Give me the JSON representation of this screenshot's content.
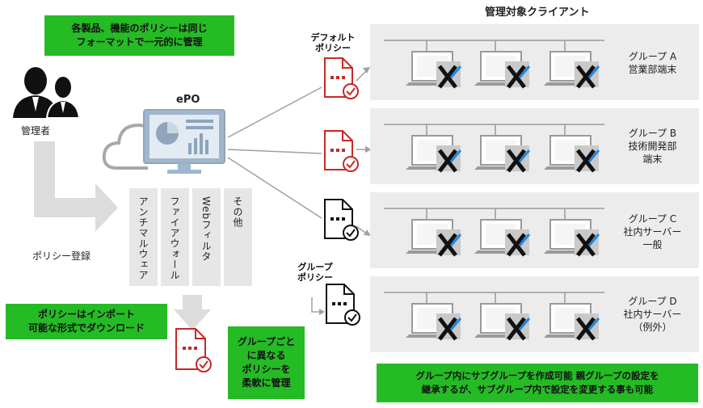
{
  "boxes": {
    "top_left": "各製品、機能のポリシーは同じ\nフォーマットで一元的に管理",
    "export": "ポリシーはインポート\n可能な形式でダウンロード",
    "flexible": "グループごと\nに異なる\nポリシーを\n柔軟に管理",
    "subgroup": "グループ内にサブグループを作成可能 親グループの設定を\n継承するが、サブグループ内で設定を変更する事も可能"
  },
  "admin_label": "管理者",
  "register_label": "ポリシー登録",
  "epo_label": "ePO",
  "categories": [
    "アンチマルウェア",
    "ファイアウォール",
    "Webフィルタ",
    "その他"
  ],
  "clients_title": "管理対象クライアント",
  "default_policy_label": "デフォルト\nポリシー",
  "group_policy_label": "グループ\nポリシー",
  "groups": [
    {
      "label": "グループ A\n営業部端末"
    },
    {
      "label": "グループ B\n技術開発部\n端末"
    },
    {
      "label": "グループ C\n社内サーバー\n一般"
    },
    {
      "label": "グループ D\n社内サーバー\n（例外）"
    }
  ],
  "colors": {
    "green": "#25bb25",
    "policy_red": "#c62828",
    "panel": "#ececec",
    "arrow_gray": "#c8c8c8"
  }
}
